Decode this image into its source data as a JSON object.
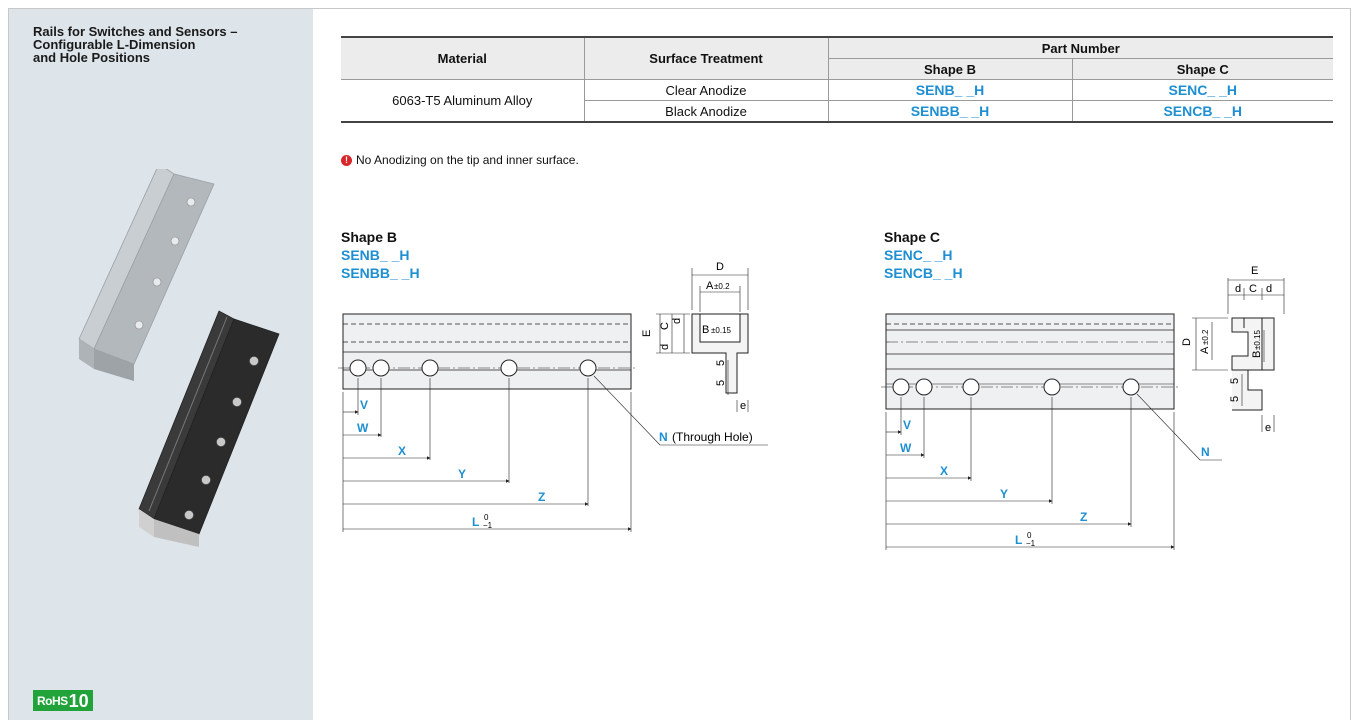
{
  "sidebar": {
    "title": "Rails for Switches and Sensors –\nConfigurable L-Dimension\nand Hole Positions",
    "rohs": {
      "text": "RoHS",
      "number": "10"
    }
  },
  "table": {
    "headers": {
      "material": "Material",
      "surface_treatment": "Surface Treatment",
      "part_number": "Part Number",
      "shape_b": "Shape B",
      "shape_c": "Shape C"
    },
    "material": "6063-T5  Aluminum Alloy",
    "rows": [
      {
        "surface": "Clear Anodize",
        "b_code": "SENB",
        "b_suffix": "H",
        "c_code": "SENC",
        "c_suffix": "H"
      },
      {
        "surface": "Black Anodize",
        "b_code": "SENBB",
        "b_suffix": "H",
        "c_code": "SENCB",
        "c_suffix": "H"
      }
    ]
  },
  "note": "No Anodizing on the tip and inner surface.",
  "shape_b": {
    "title": "Shape B",
    "code1": "SENB_ _H",
    "code2": "SENBB_ _H"
  },
  "shape_c": {
    "title": "Shape C",
    "code1": "SENC_ _H",
    "code2": "SENCB_ _H"
  },
  "dims": {
    "v": "V",
    "w": "W",
    "x": "X",
    "y": "Y",
    "z": "Z",
    "l": "L",
    "l_tol_upper": "0",
    "l_tol_lower": "−1",
    "n": "N",
    "through_hole": "(Through Hole)",
    "d_upper": "D",
    "a": "A",
    "a_tol": "±0.2",
    "b": "B",
    "b_tol": "±0.15",
    "e_upper": "E",
    "c": "C",
    "d": "d",
    "e": "e",
    "five": "5"
  },
  "colors": {
    "accent": "#1e8fd1",
    "sidebar": "#dde4ea",
    "rohs": "#22a33a",
    "warning": "#d9262a"
  }
}
